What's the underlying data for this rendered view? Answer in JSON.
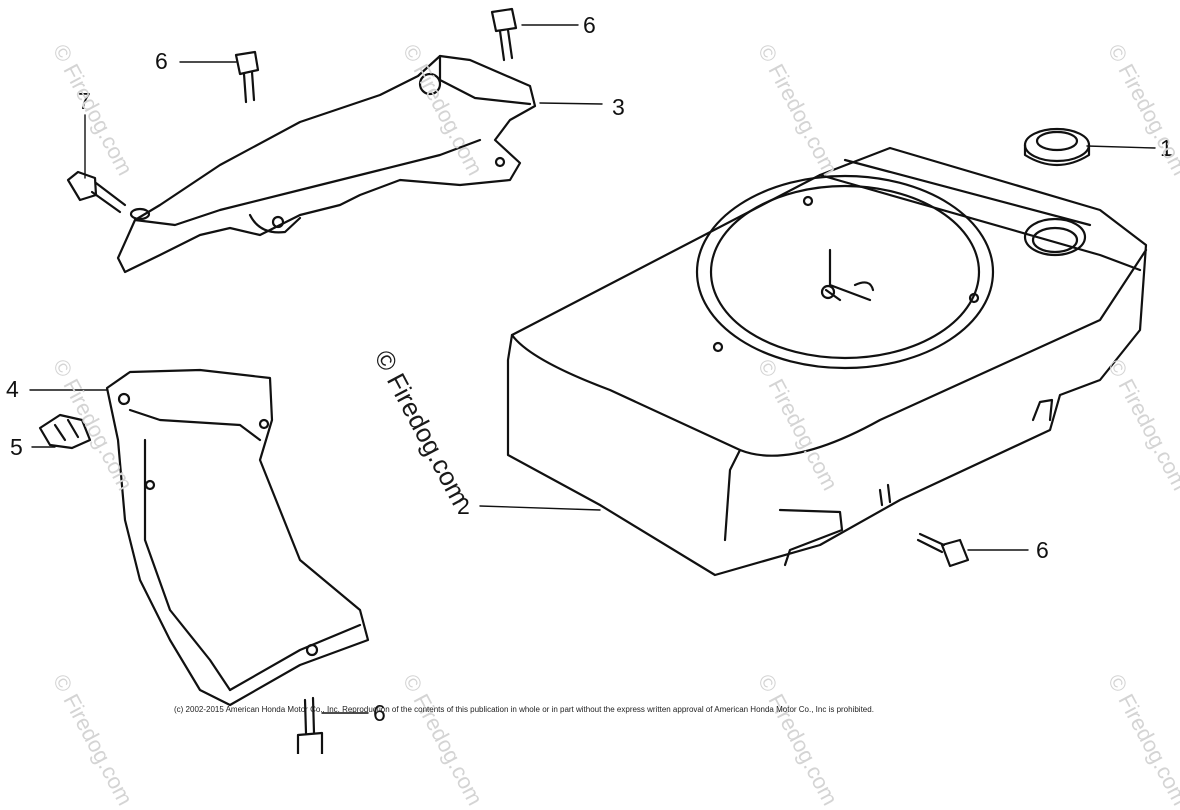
{
  "callouts": [
    {
      "id": "c1",
      "label": "1"
    },
    {
      "id": "c2",
      "label": "2"
    },
    {
      "id": "c3",
      "label": "3"
    },
    {
      "id": "c4",
      "label": "4"
    },
    {
      "id": "c5",
      "label": "5"
    },
    {
      "id": "c6a",
      "label": "6"
    },
    {
      "id": "c6b",
      "label": "6"
    },
    {
      "id": "c6c",
      "label": "6"
    },
    {
      "id": "c6d",
      "label": "6"
    },
    {
      "id": "c7",
      "label": "7"
    }
  ],
  "watermark": "© Firedog.com",
  "copyright": "(c) 2002-2015 American Honda Motor Co., Inc. Reproduction of the contents of this publication in whole or in part without the express written approval of American Honda Motor Co., Inc is prohibited.",
  "colors": {
    "line": "#111111",
    "watermark": "#d4d4d4"
  }
}
